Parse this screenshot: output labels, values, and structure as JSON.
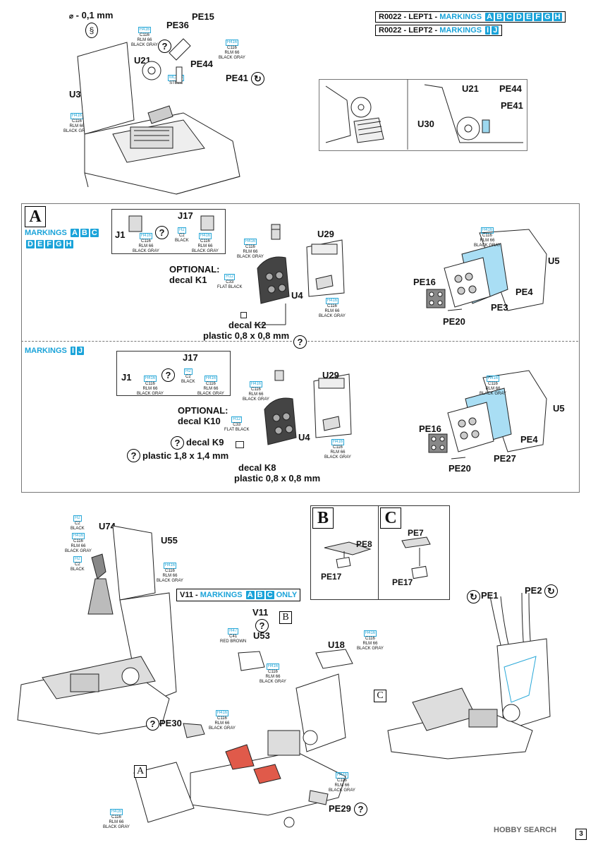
{
  "header": {
    "line1_code": "R0022 - LEPT1 - ",
    "line1_markings_label": "MARKINGS",
    "line1_markings": [
      "A",
      "B",
      "C",
      "D",
      "E",
      "F",
      "G",
      "H"
    ],
    "line2_code": "R0022 - LEPT2 - ",
    "line2_markings_label": "MARKINGS",
    "line2_markings": [
      "I",
      "J"
    ]
  },
  "top": {
    "thickness": "- 0,1 mm",
    "diameter_symbol": "⌀",
    "parts": {
      "U30": "U30",
      "U21": "U21",
      "PE36": "PE36",
      "PE15": "PE15",
      "PE44": "PE44",
      "PE41": "PE41"
    },
    "paint_h416": {
      "code": "H416",
      "c": "C116",
      "rlm": "RLM 66",
      "name": "BLACK GRAY"
    },
    "paint_mc213": {
      "code": "MC213",
      "name": "STEEL"
    },
    "detail": {
      "U21": "U21",
      "PE44": "PE44",
      "PE41": "PE41",
      "U30": "U30"
    }
  },
  "sectionA": {
    "letter": "A",
    "markings_label": "MARKINGS",
    "markings1": [
      "A",
      "B",
      "C",
      "D",
      "E",
      "F",
      "G",
      "H"
    ],
    "markings2": [
      "I",
      "J"
    ],
    "row1": {
      "J1": "J1",
      "J17": "J17",
      "U29": "U29",
      "U4": "U4",
      "U5": "U5",
      "PE16": "PE16",
      "PE4": "PE4",
      "PE3": "PE3",
      "PE20": "PE20",
      "optional": "OPTIONAL:",
      "decal": "decal K1",
      "decal2": "decal K2",
      "plastic": "plastic 0,8 x 0,8 mm"
    },
    "row2": {
      "J1": "J1",
      "J17": "J17",
      "U29": "U29",
      "U4": "U4",
      "U5": "U5",
      "PE16": "PE16",
      "PE4": "PE4",
      "PE27": "PE27",
      "PE20": "PE20",
      "optional": "OPTIONAL:",
      "decal": "decal K10",
      "decal9": "decal K9",
      "plastic1": "plastic 1,8 x 1,4 mm",
      "decal8": "decal K8",
      "plastic2": "plastic 0,8 x 0,8 mm"
    },
    "paints": {
      "h2": {
        "code": "H2",
        "c": "C2",
        "name": "BLACK"
      },
      "h416": {
        "code": "H416",
        "c": "C116",
        "rlm": "RLM 66",
        "name": "BLACK GRAY"
      },
      "h12": {
        "code": "H12",
        "c": "C33",
        "name": "FLAT BLACK"
      }
    }
  },
  "bottom": {
    "U74": "U74",
    "U55": "U55",
    "boxB": {
      "letter": "B",
      "PE8": "PE8",
      "PE17": "PE17"
    },
    "boxC": {
      "letter": "C",
      "PE7": "PE7",
      "PE17": "PE17"
    },
    "v11_text": "V11 - ",
    "v11_markings_label": "MARKINGS",
    "v11_markings": [
      "A",
      "B",
      "C"
    ],
    "v11_only": "ONLY",
    "V11": "V11",
    "U53": "U53",
    "U18": "U18",
    "PE30": "PE30",
    "PE29": "PE29",
    "PE1": "PE1",
    "PE2": "PE2",
    "refB": "B",
    "refC": "C",
    "refA": "A",
    "paint_h47": {
      "code": "H47",
      "c": "C41",
      "name": "RED BROWN"
    }
  },
  "footer": {
    "watermark": "HOBBY SEARCH",
    "page": "3"
  }
}
